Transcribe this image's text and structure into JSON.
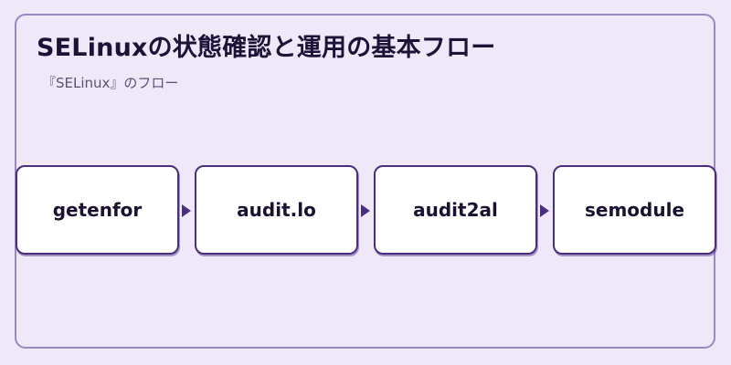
{
  "header": {
    "title": "SELinuxの状態確認と運用の基本フロー",
    "subtitle": "『SELinux』のフロー"
  },
  "flow": {
    "steps": [
      {
        "label": "getenfor"
      },
      {
        "label": "audit.lo"
      },
      {
        "label": "audit2al"
      },
      {
        "label": "semodule"
      }
    ]
  },
  "colors": {
    "background": "#eee8f8",
    "node_border": "#4b2e83",
    "panel_border": "#9b87c4"
  }
}
